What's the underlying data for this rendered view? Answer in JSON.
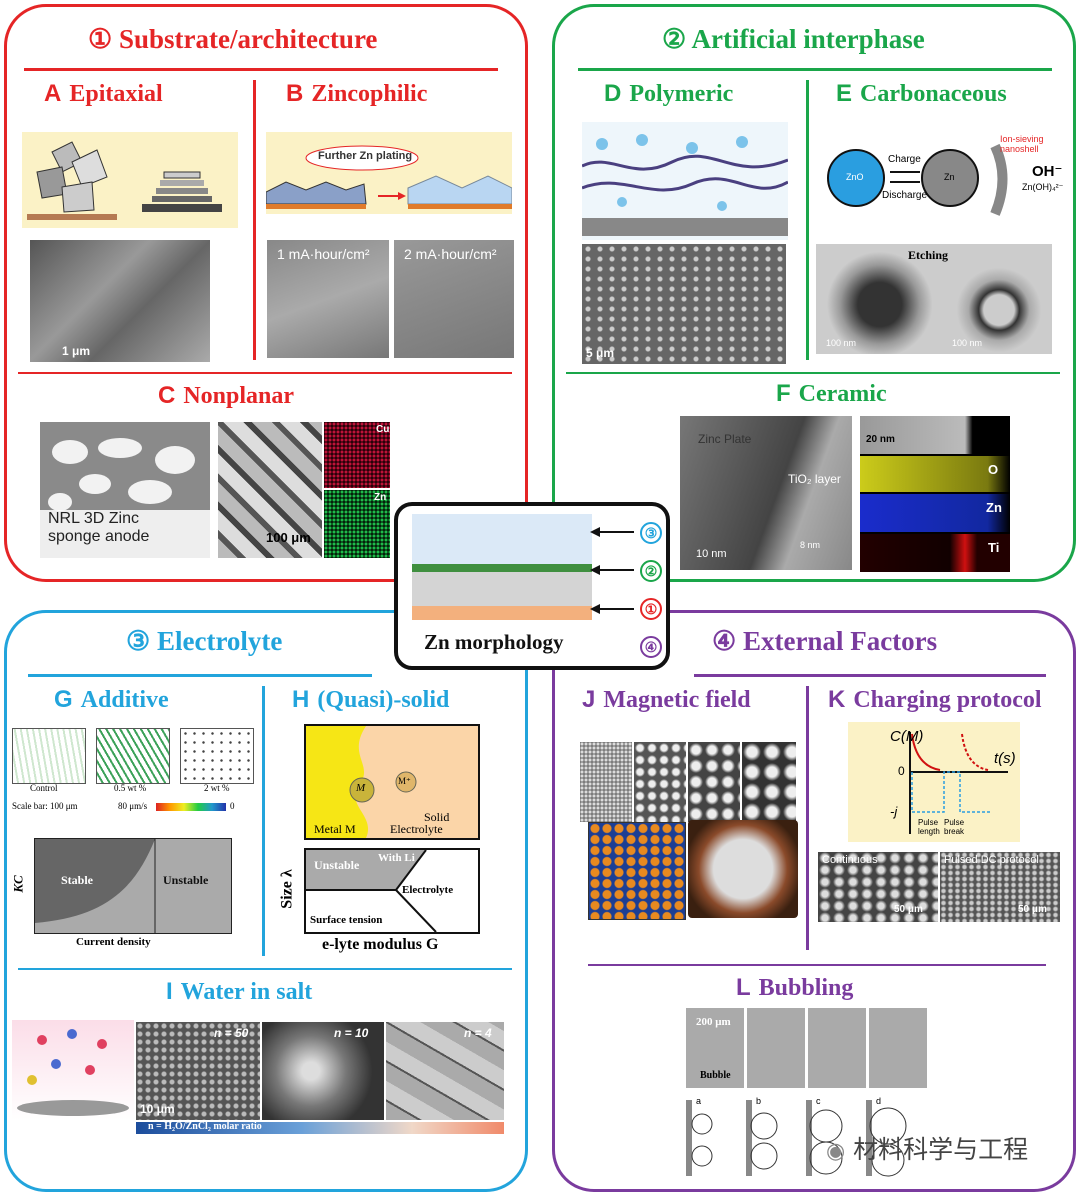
{
  "colors": {
    "q1": "#e52526",
    "q2": "#1aa64a",
    "q3": "#22a4dc",
    "q4": "#7a3b9e",
    "panel_title": "#1b3f86"
  },
  "q1": {
    "num": "①",
    "title": "Substrate/architecture",
    "A": {
      "letter": "A",
      "title": "Epitaxial",
      "scale": "1 μm"
    },
    "B": {
      "letter": "B",
      "title": "Zincophilic",
      "bubble": "Further Zn plating",
      "img1": "1 mA·hour/cm²",
      "img2": "2 mA·hour/cm²"
    },
    "C": {
      "letter": "C",
      "title": "Nonplanar",
      "caption_line1": "NRL 3D Zinc",
      "caption_line2": "sponge anode",
      "scale": "100 μm",
      "map1": "Cu",
      "map2": "Zn"
    }
  },
  "q2": {
    "num": "②",
    "title": "Artificial interphase",
    "D": {
      "letter": "D",
      "title": "Polymeric",
      "scale": "5 μm"
    },
    "E": {
      "letter": "E",
      "title": "Carbonaceous",
      "zno": "ZnO",
      "zn": "Zn",
      "charge": "Charge",
      "discharge": "Discharge",
      "shell": "Ion-sieving nanoshell",
      "oh": "OH⁻",
      "znoh": "Zn(OH)₄²⁻",
      "etching": "Etching",
      "scale1": "100 nm",
      "scale2": "100 nm"
    },
    "F": {
      "letter": "F",
      "title": "Ceramic",
      "zinc_plate": "Zinc Plate",
      "layer": "TiO₂ layer",
      "thickness": "8 nm",
      "scale": "10 nm",
      "scale_map": "20 nm",
      "el1": "O",
      "el2": "Zn",
      "el3": "Ti"
    }
  },
  "q3": {
    "num": "③",
    "title": "Electrolyte",
    "G": {
      "letter": "G",
      "title": "Additive",
      "img1": "Control",
      "img2": "0.5 wt %",
      "img3": "2 wt %",
      "scalebar": "Scale bar: 100 μm",
      "flow": "80 μm/s",
      "flow_zero": "0",
      "stable": "Stable",
      "unstable": "Unstable",
      "xlabel": "Current density",
      "ylabel": "KC"
    },
    "H": {
      "letter": "H",
      "title": "(Quasi)-solid",
      "metal": "Metal M",
      "solid": "Solid",
      "electrolyte": "Electrolyte",
      "m": "M",
      "mplus": "M⁺",
      "unstable": "Unstable",
      "with_li": "With Li",
      "electrolyte2": "Electrolyte",
      "surface": "Surface tension",
      "ylabel": "Size λ",
      "xlabel": "e-lyte modulus G"
    },
    "I": {
      "letter": "I",
      "title": "Water in salt",
      "n1": "n = 50",
      "n2": "n = 10",
      "n3": "n = 4",
      "scale": "10 μm",
      "bar": "n = H₂O/ZnCl₂ molar ratio"
    }
  },
  "q4": {
    "num": "④",
    "title": "External Factors",
    "J": {
      "letter": "J",
      "title": "Magnetic field"
    },
    "K": {
      "letter": "K",
      "title": "Charging protocol",
      "cm": "C(M)",
      "ts": "t(s)",
      "zero": "0",
      "jdep": "-j",
      "pulse_length": "Pulse length",
      "pulse_break": "Pulse break",
      "continuous": "Continuous",
      "pulsed": "Pulsed DC protocol",
      "scale1": "50 μm",
      "scale2": "50 μm"
    },
    "L": {
      "letter": "L",
      "title": "Bubbling",
      "scale": "200 μm",
      "bubble": "Bubble",
      "a": "a",
      "b": "b",
      "c": "c",
      "d": "d"
    }
  },
  "center": {
    "title": "Zn morphology",
    "m3": "③",
    "m2": "②",
    "m1": "①",
    "m4": "④"
  },
  "watermark": "材料科学与工程"
}
